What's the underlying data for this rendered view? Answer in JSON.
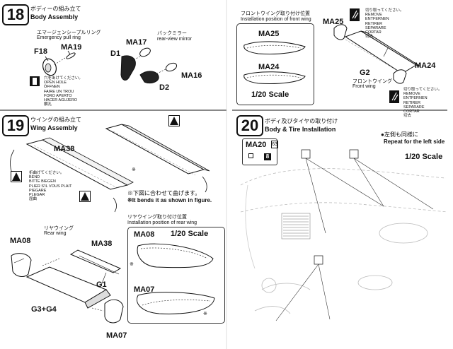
{
  "step18": {
    "num": "18",
    "title_jp": "ボディーの組み立て",
    "title_en": "Body Assembly",
    "pullring_jp": "エマージェンシープルリング",
    "pullring_en": "Emergency pull ring",
    "mirror_jp": "バックミラー",
    "mirror_en": "rear-view mirror",
    "parts": {
      "f18": "F18",
      "ma19": "MA19",
      "ma17": "MA17",
      "d1": "D1",
      "d2": "D2",
      "ma16": "MA16"
    },
    "hole_note": [
      "穴をあけてください。",
      "OPEN HOLE",
      "ÖFFNEN",
      "FAIRE UN TROU",
      "FORO APERTO",
      "HACER AGUJERO",
      "鑽孔"
    ]
  },
  "step19": {
    "num": "19",
    "title_jp": "ウイングの組み立て",
    "title_en": "Wing Assembly",
    "parts": {
      "ma38_top": "MA38",
      "ma08": "MA08",
      "ma38": "MA38",
      "g1": "G1",
      "g3g4": "G3+G4",
      "ma07": "MA07"
    },
    "bend_note": [
      "折曲げてください。",
      "BEND",
      "BITTE BIEGEN",
      "PLIER S'IL VOUS PLAIT",
      "PIEGARE",
      "PLEGAR",
      "屈曲"
    ],
    "fig_note_jp": "※下図に合わせて曲げます。",
    "fig_note_en": "※It bends it as shown in figure.",
    "rear_wing_jp": "リヤウイング",
    "rear_wing_en": "Rear wing",
    "pos_jp": "リヤウイング取り付け位置",
    "pos_en": "Installation position of rear wing",
    "box_ma08": "MA08",
    "box_scale": "1/20 Scale",
    "box_ma07": "MA07",
    "asterisk": "※"
  },
  "right_top": {
    "pos_jp": "フロントウイング取り付け位置",
    "pos_en": "Installation position of front wing",
    "box_ma25": "MA25",
    "box_ma24": "MA24",
    "box_scale": "1/20 Scale",
    "ma25": "MA25",
    "ma24": "MA24",
    "g2": "G2",
    "front_wing_jp": "フロントウイング",
    "front_wing_en": "Front wing",
    "remove_note": [
      "切り取ってください。",
      "REMOVE",
      "ENTFERNEN",
      "RETIRER",
      "SEPARARE",
      "CORTAR",
      "切去"
    ]
  },
  "step20": {
    "num": "20",
    "title_jp": "ボディ及びタイヤの取り付け",
    "title_en": "Body & Tire Installation",
    "repeat_jp": "●左側も同様に",
    "repeat_en": "Repeat for the left side",
    "ma20": "MA20",
    "badge_top": "63",
    "badge_bottom": "8",
    "scale": "1/20 Scale"
  }
}
